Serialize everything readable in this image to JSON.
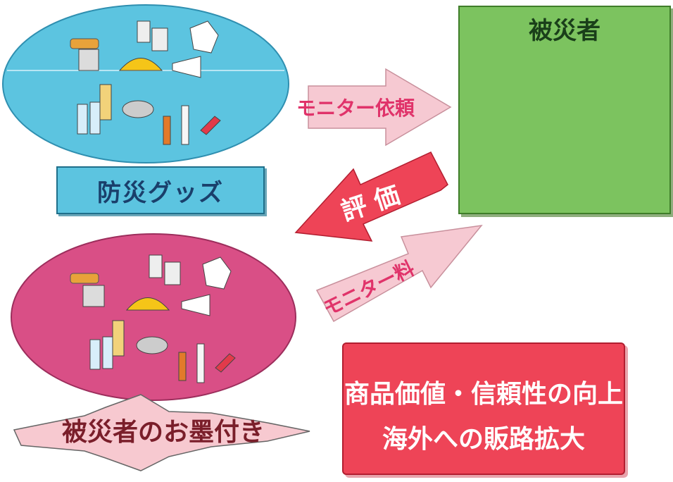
{
  "goods_panel": {
    "label": "防災グッズ"
  },
  "victims_panel": {
    "title": "被災者"
  },
  "arrows": {
    "request": "モニター依頼",
    "evaluation": "評 価",
    "fee": "モニター料"
  },
  "certified_goods": {
    "label": "被災者のお墨付き"
  },
  "value_box": {
    "line1": "商品価値・信頼性の向上",
    "line2": "海外への販路拡大"
  },
  "colors": {
    "cyan": "#5cc4e0",
    "green": "#7cc35f",
    "magenta": "#d94f86",
    "red": "#ee4457",
    "pink_arrow": "#f6c9d2"
  }
}
